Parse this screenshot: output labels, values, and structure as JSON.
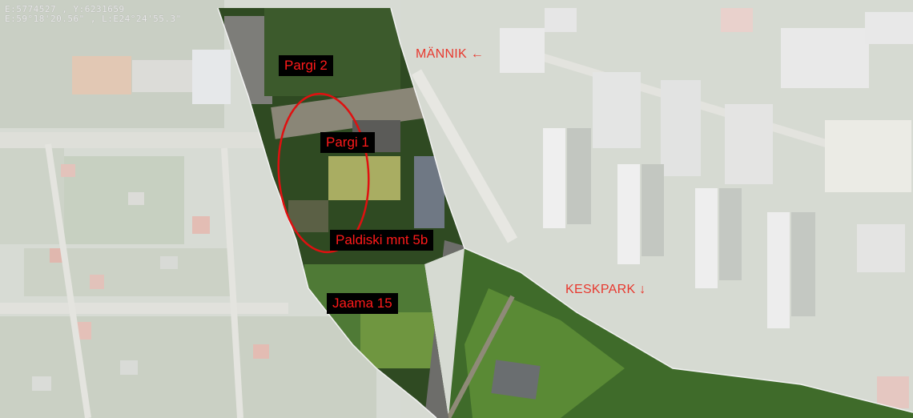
{
  "coordinates": {
    "line1": "E:5774527 , Y:6231659",
    "line2": "E:59°18'20.56\" , L:E24°24'55.3\""
  },
  "labels": {
    "pargi2": "Pargi 2",
    "pargi1": "Pargi 1",
    "paldiski": "Paldiski mnt 5b",
    "jaama15": "Jaama 15"
  },
  "areas": {
    "mannik": "MÄNNIK ←",
    "keskpark": "KESKPARK ↓"
  },
  "colors": {
    "label_text": "#ff1a1a",
    "label_bg": "#000000",
    "highlight_ellipse": "#e01010",
    "area_text": "#e8382e"
  }
}
